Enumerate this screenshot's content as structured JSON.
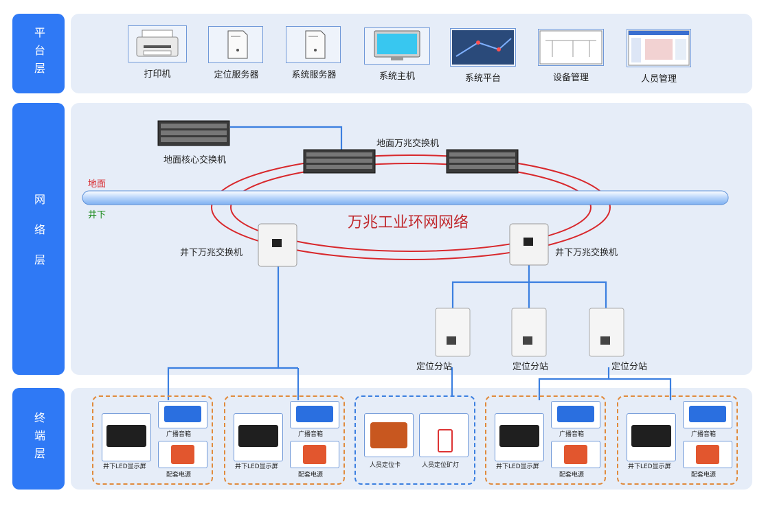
{
  "layers": {
    "platform": "平台层",
    "network": "网络层",
    "terminal": "终端层"
  },
  "platform_devices": [
    {
      "label": "打印机",
      "icon": "printer-icon"
    },
    {
      "label": "定位服务器",
      "icon": "server-icon"
    },
    {
      "label": "系统服务器",
      "icon": "server-icon"
    },
    {
      "label": "系统主机",
      "icon": "monitor-icon"
    },
    {
      "label": "系统平台",
      "icon": "platform-screen-icon"
    },
    {
      "label": "设备管理",
      "icon": "device-management-screen-icon"
    },
    {
      "label": "人员管理",
      "icon": "personnel-management-screen-icon"
    }
  ],
  "network": {
    "core_switch": "地面核心交换机",
    "ground_switch": "地面万兆交换机",
    "ground_label": "地面",
    "underground_label": "井下",
    "ring_label": "万兆工业环网网络",
    "underground_switch_left": "井下万兆交换机",
    "underground_switch_right": "井下万兆交换机",
    "station_1": "定位分站",
    "station_2": "定位分站",
    "station_3": "定位分站"
  },
  "terminal_groups": [
    {
      "led": "井下LED显示屏",
      "speaker": "广播音箱",
      "power": "配套电源"
    },
    {
      "led": "井下LED显示屏",
      "speaker": "广播音箱",
      "power": "配套电源"
    },
    {
      "card": "人员定位卡",
      "lamp": "人员定位矿灯"
    },
    {
      "led": "井下LED显示屏",
      "speaker": "广播音箱",
      "power": "配套电源"
    },
    {
      "led": "井下LED显示屏",
      "speaker": "广播音箱",
      "power": "配套电源"
    }
  ],
  "colors": {
    "layer_tag": "#2f79f5",
    "panel": "#e6edf8",
    "link": "#3b7fe0",
    "ring": "#d8282c",
    "ground_text": "#d8282c",
    "underground_text": "#1a8a1a",
    "ring_text": "#c0282c",
    "group_orange": "#e08a3c",
    "group_blue": "#3b7fe0"
  }
}
